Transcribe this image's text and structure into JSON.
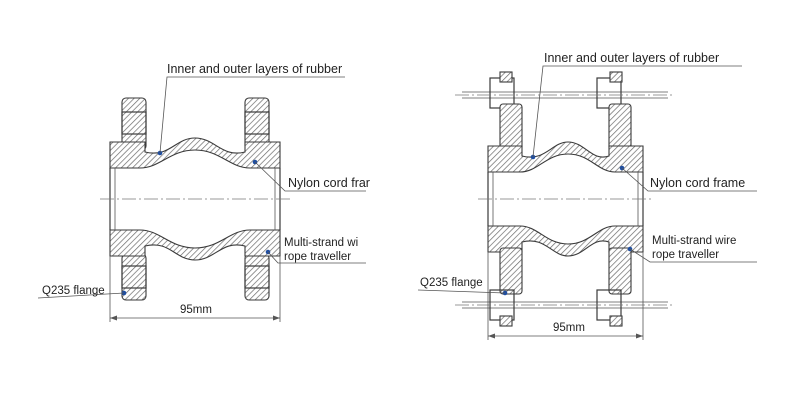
{
  "left_view": {
    "rubber_label": "Inner and outer layers of rubber",
    "nylon_label": "Nylon cord frar",
    "wire_label_line1": "Multi-strand wi",
    "wire_label_line2": "rope traveller",
    "flange_label": "Q235 flange",
    "dimension_label": "95mm"
  },
  "right_view": {
    "rubber_label": "Inner and outer layers of rubber",
    "nylon_label": "Nylon cord frame",
    "wire_label_line1": "Multi-strand wire",
    "wire_label_line2": "rope traveller",
    "flange_label": "Q235 flange",
    "dimension_label": "95mm"
  },
  "colors": {
    "marker": "#1f4ea1",
    "line": "#3a3a3a"
  }
}
